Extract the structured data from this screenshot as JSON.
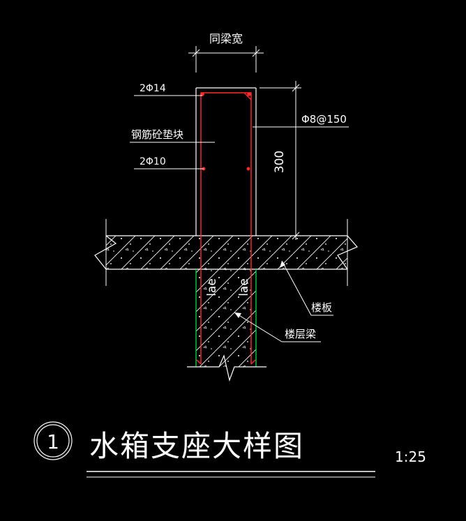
{
  "labels": {
    "width_dim": "同梁宽",
    "top_bar": "2Φ14",
    "pad_block": "钢筋砼垫块",
    "bottom_bar": "2Φ10",
    "stirrup": "Φ8@150",
    "height_dim": "300",
    "lae_left": "lae",
    "lae_right": "lae",
    "slab": "楼板",
    "floor_beam": "楼层梁"
  },
  "title": {
    "detail_number": "1",
    "text": "水箱支座大样图",
    "scale": "1:25"
  },
  "colors": {
    "background": "#000000",
    "line": "#ffffff",
    "rebar": "#ff2a2a",
    "beam_edge": "#00cc44"
  }
}
